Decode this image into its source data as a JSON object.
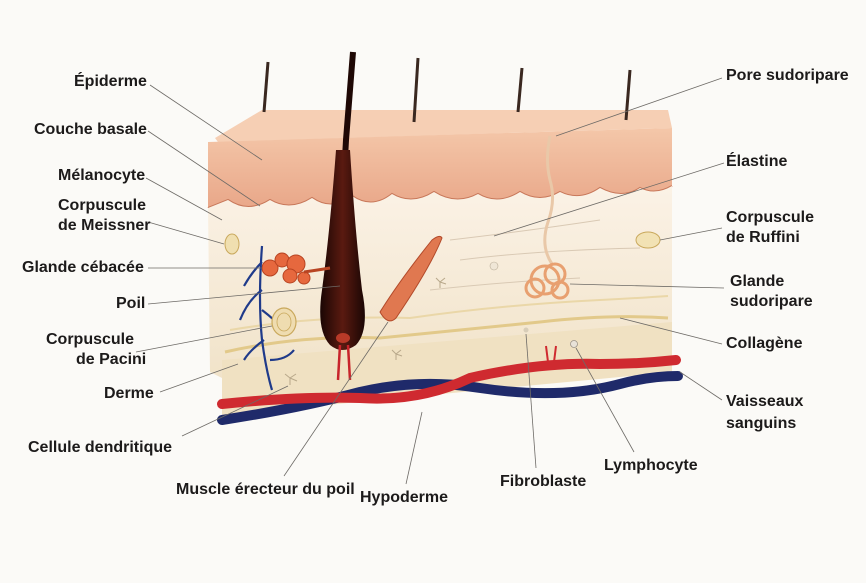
{
  "labels": {
    "epiderme": "Épiderme",
    "couche_basale": "Couche basale",
    "melanocyte": "Mélanocyte",
    "meissner_1": "Corpuscule",
    "meissner_2": "de Meissner",
    "glande_sebacee": "Glande cébacée",
    "poil": "Poil",
    "pacini_1": "Corpuscule",
    "pacini_2": "de Pacini",
    "derme": "Derme",
    "cellule_dendritique": "Cellule dendritique",
    "muscle_erecteur": "Muscle érecteur du poil",
    "hypoderme": "Hypoderme",
    "fibroblaste": "Fibroblaste",
    "lymphocyte": "Lymphocyte",
    "pore_sudoripare": "Pore sudoripare",
    "elastine": "Élastine",
    "ruffini_1": "Corpuscule",
    "ruffini_2": "de Ruffini",
    "glande_sudoripare_1": "Glande",
    "glande_sudoripare_2": "sudoripare",
    "collagene": "Collagène",
    "vaisseaux_1": "Vaisseaux",
    "vaisseaux_2": "sanguins"
  },
  "colors": {
    "epidermis": "#f0b898",
    "dermis": "#f7ecdc",
    "hypodermis": "#f3e6c8",
    "hair": "#2a0d08",
    "artery": "#d42a32",
    "vein": "#1f2a6a",
    "gland": "#e8704a"
  }
}
